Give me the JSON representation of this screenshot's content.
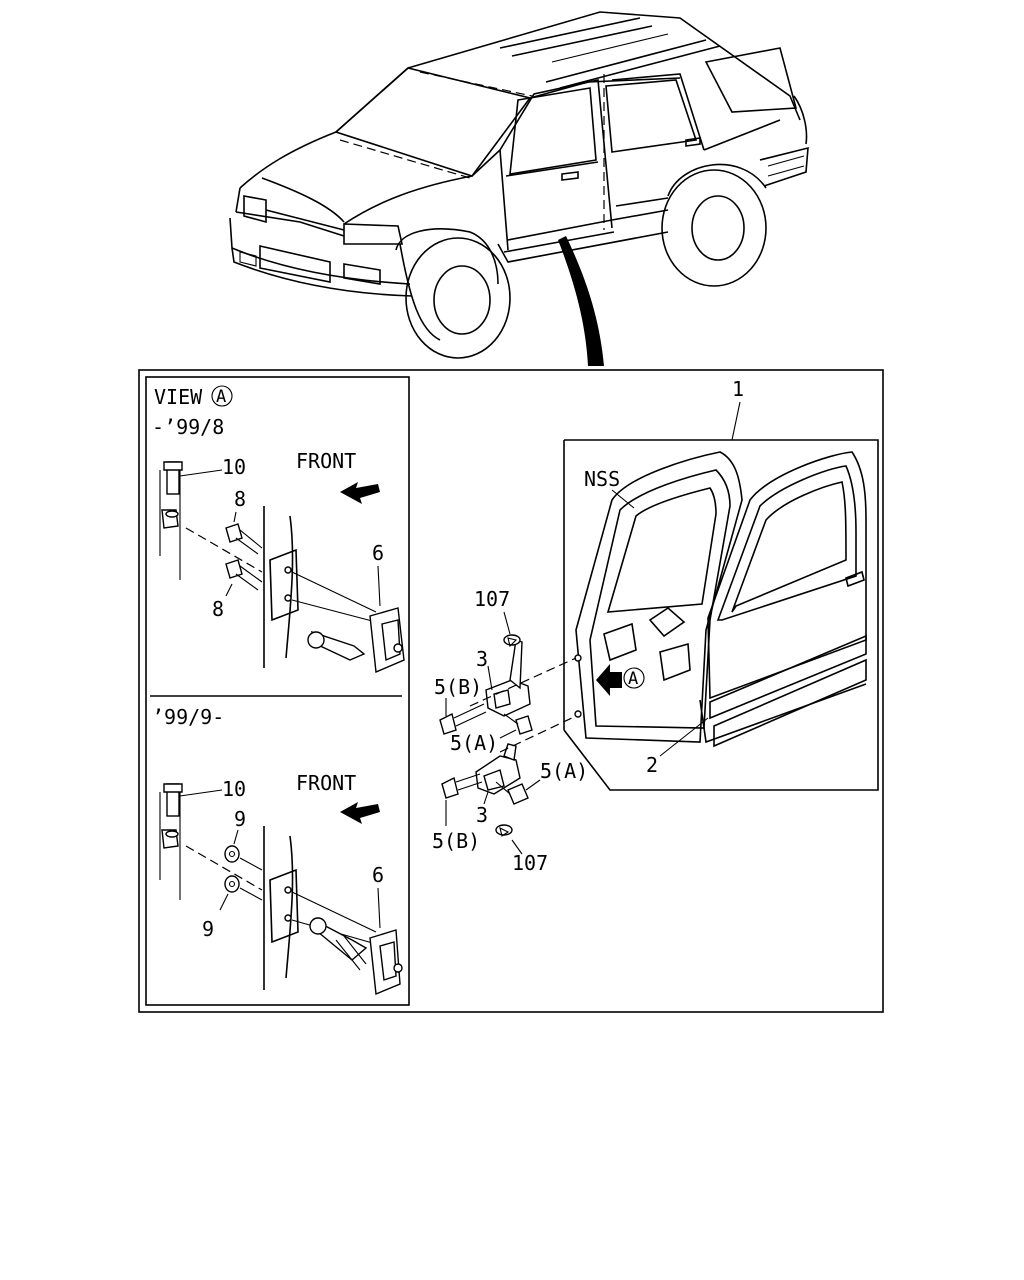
{
  "view_label": "VIEW",
  "view_circle": "A",
  "upper_period": "-’99/8",
  "lower_period": "’99/9-",
  "front_label": "FRONT",
  "nss_label": "NSS",
  "callout_circle": "A",
  "parts": {
    "p1": "1",
    "p2": "2",
    "p3": "3",
    "p5a": "5(A)",
    "p5b": "5(B)",
    "p6": "6",
    "p8": "8",
    "p9": "9",
    "p10": "10",
    "p107": "107"
  }
}
